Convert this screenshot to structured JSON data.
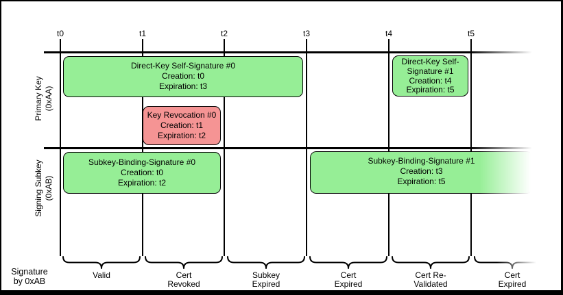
{
  "timeline": {
    "ticks": [
      "t0",
      "t1",
      "t2",
      "t3",
      "t4",
      "t5"
    ]
  },
  "rows": {
    "primary": {
      "label": "Primary Key\n(0xAA)"
    },
    "subkey": {
      "label": "Signing Subkey\n(0xAB)"
    }
  },
  "boxes": {
    "dks0": {
      "title": "Direct-Key Self-Signature #0",
      "creation": "Creation: t0",
      "expiration": "Expiration: t3"
    },
    "dks1": {
      "title": "Direct-Key Self-Signature #1",
      "creation": "Creation: t4",
      "expiration": "Expiration: t5"
    },
    "rev0": {
      "title": "Key Revocation #0",
      "creation": "Creation: t1",
      "expiration": "Expiration: t2"
    },
    "sbs0": {
      "title": "Subkey-Binding-Signature #0",
      "creation": "Creation: t0",
      "expiration": "Expiration: t2"
    },
    "sbs1": {
      "title": "Subkey-Binding-Signature #1",
      "creation": "Creation: t3",
      "expiration": "Expiration: t5"
    }
  },
  "footer": {
    "axis_label": "Signature\nby 0xAB",
    "intervals": [
      {
        "label": "Valid"
      },
      {
        "label": "Cert\nRevoked"
      },
      {
        "label": "Subkey\nExpired"
      },
      {
        "label": "Cert\nExpired"
      },
      {
        "label": "Cert Re-\nValidated"
      },
      {
        "label": "Cert\nExpired"
      }
    ]
  },
  "colors": {
    "valid_signature": "#96EE96",
    "revocation": "#F59494",
    "line": "#000000"
  }
}
